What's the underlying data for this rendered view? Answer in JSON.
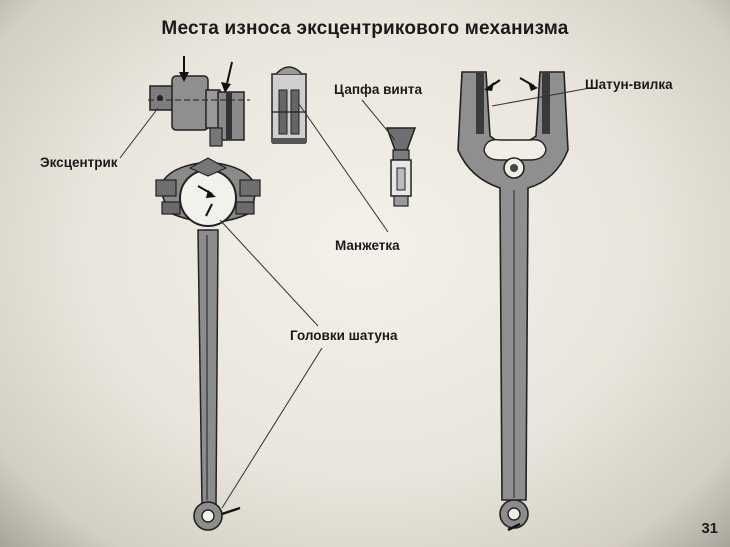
{
  "title": "Места износа эксцентрикового механизма",
  "labels": {
    "eccentric": "Эксцентрик",
    "screw_journal": "Цапфа винта",
    "cuff": "Манжетка",
    "rod_heads": "Головки шатуна",
    "fork_rod": "Шатун-вилка"
  },
  "page_number": "31",
  "colors": {
    "background": "#ece8df",
    "part_fill": "#8a8a8a",
    "part_dark": "#3a3a3a",
    "line": "#222222"
  }
}
